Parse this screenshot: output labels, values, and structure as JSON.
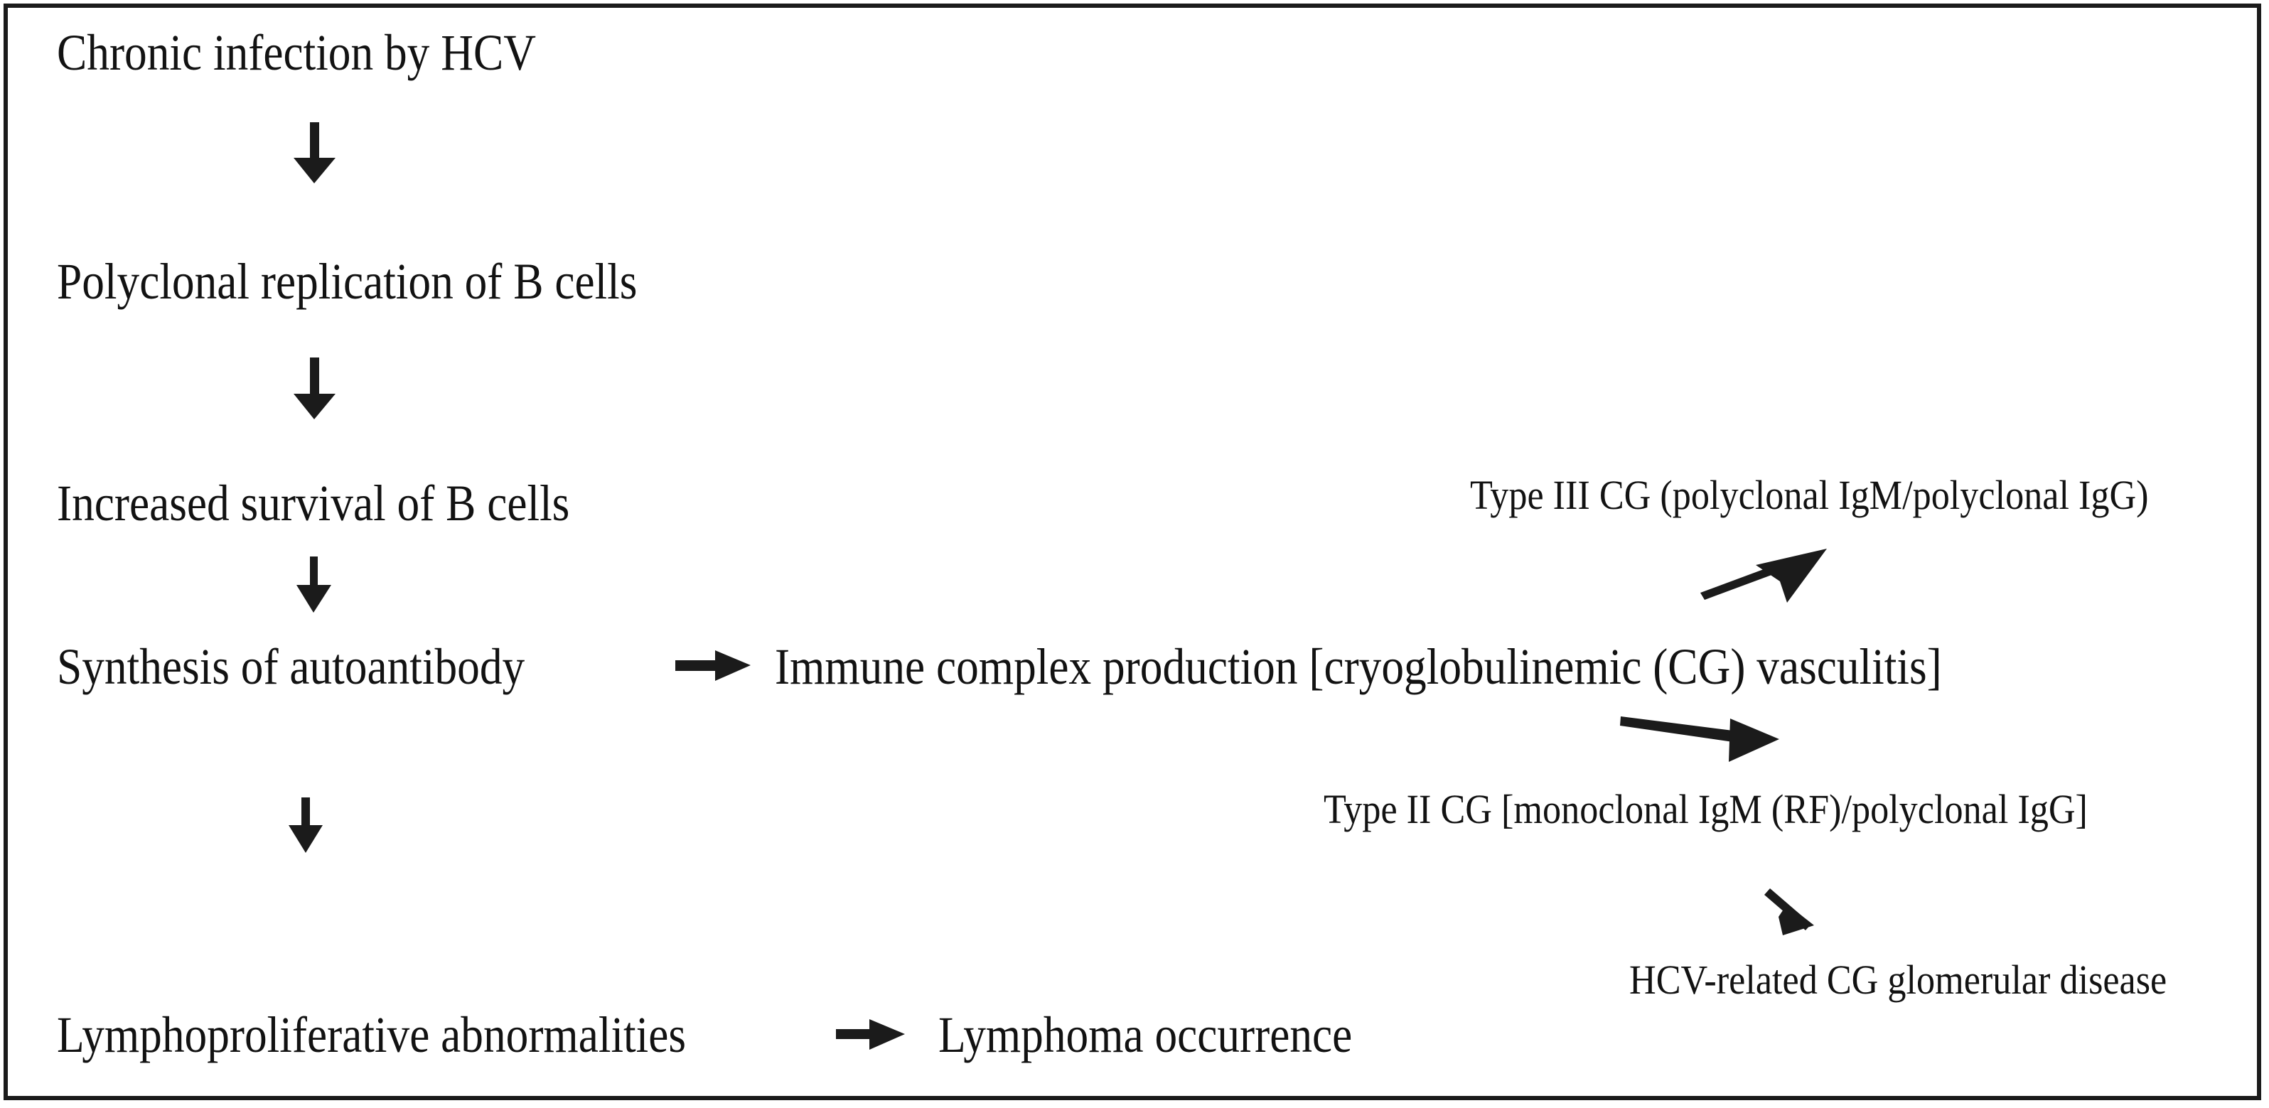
{
  "figure": {
    "title": "HCV chronic infection pathogenesis flow diagram",
    "border_color": "#1b1b1b",
    "text_color": "#121212",
    "background": "#ffffff"
  },
  "nodes": {
    "chronic_infection": "Chronic infection by HCV",
    "polyclonal_replication": "Polyclonal replication of B cells",
    "increased_survival": "Increased survival of B cells",
    "synthesis_autoantibody": "Synthesis of autoantibody",
    "immune_complex": "Immune complex production [cryoglobulinemic (CG) vasculitis]",
    "type_iii_cg": "Type III CG (polyclonal IgM/polyclonal IgG)",
    "type_ii_cg": "Type II CG [monoclonal IgM (RF)/polyclonal IgG]",
    "hcv_glomerular": "HCV-related CG glomerular disease",
    "lymphoproliferative": "Lymphoproliferative abnormalities",
    "lymphoma": "Lymphoma occurrence"
  },
  "arrows": [
    {
      "name": "arrow-chronic-to-polyclonal",
      "icon": "arrow-down-icon",
      "direction": "down",
      "from": "chronic_infection",
      "to": "polyclonal_replication"
    },
    {
      "name": "arrow-polyclonal-to-survival",
      "icon": "arrow-down-icon",
      "direction": "down",
      "from": "polyclonal_replication",
      "to": "increased_survival"
    },
    {
      "name": "arrow-survival-to-synthesis",
      "icon": "arrow-down-icon",
      "direction": "down",
      "from": "increased_survival",
      "to": "synthesis_autoantibody"
    },
    {
      "name": "arrow-synthesis-to-immune-complex",
      "icon": "arrow-right-icon",
      "direction": "right",
      "from": "synthesis_autoantibody",
      "to": "immune_complex"
    },
    {
      "name": "arrow-immune-complex-to-type-iii",
      "icon": "arrow-up-right-icon",
      "direction": "up-right",
      "from": "immune_complex",
      "to": "type_iii_cg"
    },
    {
      "name": "arrow-immune-complex-to-type-ii",
      "icon": "arrow-right-icon",
      "direction": "right",
      "from": "immune_complex",
      "to": "type_ii_cg"
    },
    {
      "name": "arrow-type-ii-to-glomerular",
      "icon": "arrow-down-right-icon",
      "direction": "down-right",
      "from": "type_ii_cg",
      "to": "hcv_glomerular"
    },
    {
      "name": "arrow-synthesis-to-lymphoproliferative",
      "icon": "arrow-down-icon",
      "direction": "down",
      "from": "synthesis_autoantibody",
      "to": "lymphoproliferative"
    },
    {
      "name": "arrow-lymphoproliferative-to-lymphoma",
      "icon": "arrow-right-icon",
      "direction": "right",
      "from": "lymphoproliferative",
      "to": "lymphoma"
    }
  ]
}
